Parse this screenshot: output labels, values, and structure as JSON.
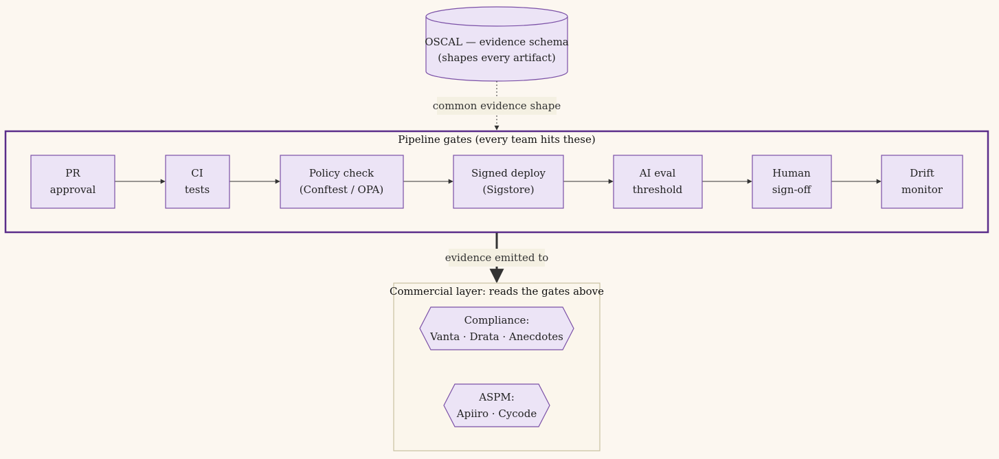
{
  "colors": {
    "background": "#fcf7f0",
    "node_fill": "#ece4f6",
    "node_stroke": "#7a4fa6",
    "pipeline_border": "#5a2d8a",
    "commercial_fill": "#fbf6ec",
    "commercial_border": "#c9c0a0",
    "edge": "#333333",
    "label_bg": "#f4f0e2"
  },
  "schema": {
    "line1": "OSCAL — evidence schema",
    "line2": "(shapes every artifact)"
  },
  "edges": {
    "schema_to_pipeline": "common evidence shape",
    "pipeline_to_commercial": "evidence emitted to"
  },
  "pipeline": {
    "title": "Pipeline gates (every team hits these)",
    "gates": [
      {
        "id": "pr",
        "line1": "PR",
        "line2": "approval"
      },
      {
        "id": "ci",
        "line1": "CI",
        "line2": "tests"
      },
      {
        "id": "policy",
        "line1": "Policy check",
        "line2": "(Conftest / OPA)"
      },
      {
        "id": "deploy",
        "line1": "Signed deploy",
        "line2": "(Sigstore)"
      },
      {
        "id": "ai",
        "line1": "AI eval",
        "line2": "threshold"
      },
      {
        "id": "human",
        "line1": "Human",
        "line2": "sign-off"
      },
      {
        "id": "drift",
        "line1": "Drift",
        "line2": "monitor"
      }
    ]
  },
  "commercial": {
    "title": "Commercial layer: reads the gates above",
    "compliance": {
      "line1": "Compliance:",
      "line2": "Vanta · Drata · Anecdotes"
    },
    "aspm": {
      "line1": "ASPM:",
      "line2": "Apiiro · Cycode"
    }
  }
}
